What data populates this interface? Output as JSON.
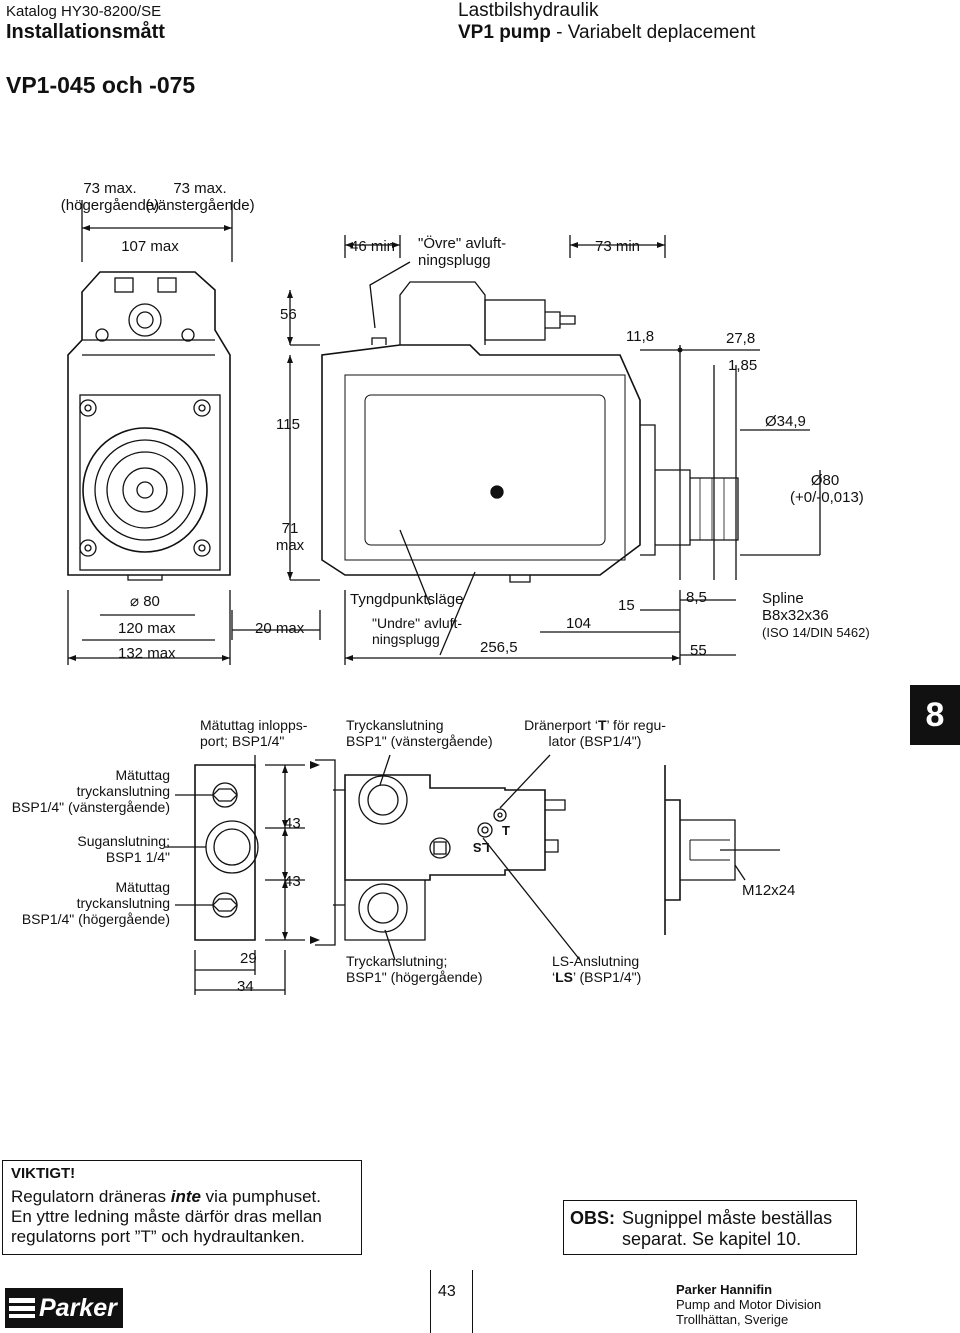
{
  "header": {
    "catalog": "Katalog HY30-8200/SE",
    "section": "Installationsmått",
    "category": "Lastbilshydraulik",
    "product_bold": "VP1 pump",
    "product_rest": " - Variabelt deplacement"
  },
  "page_title": "VP1-045 och -075",
  "top_drawing": {
    "dim_73max_right": "73 max.",
    "dim_73max_right_note": "(högergående)",
    "dim_73max_left": "73 max.",
    "dim_73max_left_note": "(vänstergående)",
    "dim_107max": "107 max",
    "dim_46min": "46 min",
    "upper_plug_line1": "\"Övre\" avluft-",
    "upper_plug_line2": "ningsplugg",
    "dim_73min": "73 min",
    "dim_56": "56",
    "dim_11_8": "11,8",
    "dim_27_8": "27,8",
    "dim_1_85": "1,85",
    "dim_115": "115",
    "dim_d34_9": "Ø34,9",
    "dim_d80": "Ø80",
    "dim_d80_tol": "(+0/-0,013)",
    "dim_71max_1": "71",
    "dim_71max_2": "max",
    "dim_square80": "80",
    "dim_120max": "120 max",
    "dim_132max": "132 max",
    "dim_20max": "20 max",
    "cog_label": "Tyngdpunktsläge",
    "lower_plug_line1": "\"Undre\" avluft-",
    "lower_plug_line2": "ningsplugg",
    "dim_256_5": "256,5",
    "dim_104": "104",
    "dim_15": "15",
    "dim_8_5": "8,5",
    "dim_55": "55",
    "spline_1": "Spline",
    "spline_2": "B8x32x36",
    "spline_3": "(ISO 14/DIN 5462)"
  },
  "tab_number": "8",
  "bottom_drawing": {
    "inlet_gauge_1": "Mätuttag inlopps-",
    "inlet_gauge_2": "port; BSP1/4\"",
    "pressure_left_1": "Tryckanslutning",
    "pressure_left_2": "BSP1\" (vänstergående)",
    "drain_1a": "Dränerport ‘",
    "drain_T": "T",
    "drain_1b": "’ för regu-",
    "drain_2": "lator (BSP1/4\")",
    "gauge_left_1": "Mätuttag",
    "gauge_left_2": "tryckanslutning",
    "gauge_left_3": "BSP1/4\" (vänstergående)",
    "suction_1": "Suganslutning;",
    "suction_2": "BSP1 1/4\"",
    "gauge_right_1": "Mätuttag",
    "gauge_right_2": "tryckanslutning",
    "gauge_right_3": "BSP1/4\" (högergående)",
    "dim_43a": "43",
    "dim_43b": "43",
    "dim_29": "29",
    "dim_34": "34",
    "pressure_right_1": "Tryckanslutning;",
    "pressure_right_2": "BSP1\" (högergående)",
    "ls_1": "LS-Anslutning",
    "ls_2a": "‘",
    "ls_2b": "LS",
    "ls_2c": "’ (BSP1/4\")",
    "m12": "M12x24",
    "mark_T": "T",
    "mark_LS": "LS"
  },
  "notes": {
    "important_title": "VIKTIGT!",
    "important_1a": "Regulatorn dräneras ",
    "important_1b": "inte",
    "important_1c": " via pumphuset.",
    "important_2": "En yttre ledning måste därför dras mellan",
    "important_3": "regulatorns port ”T” och hydraultanken.",
    "obs_label": "OBS:",
    "obs_1": "Sugnippel måste beställas",
    "obs_2": "separat. Se kapitel 10."
  },
  "footer": {
    "page_number": "43",
    "logo": "Parker",
    "company": "Parker Hannifin",
    "division": "Pump and Motor Division",
    "location": "Trollhättan, Sverige"
  }
}
